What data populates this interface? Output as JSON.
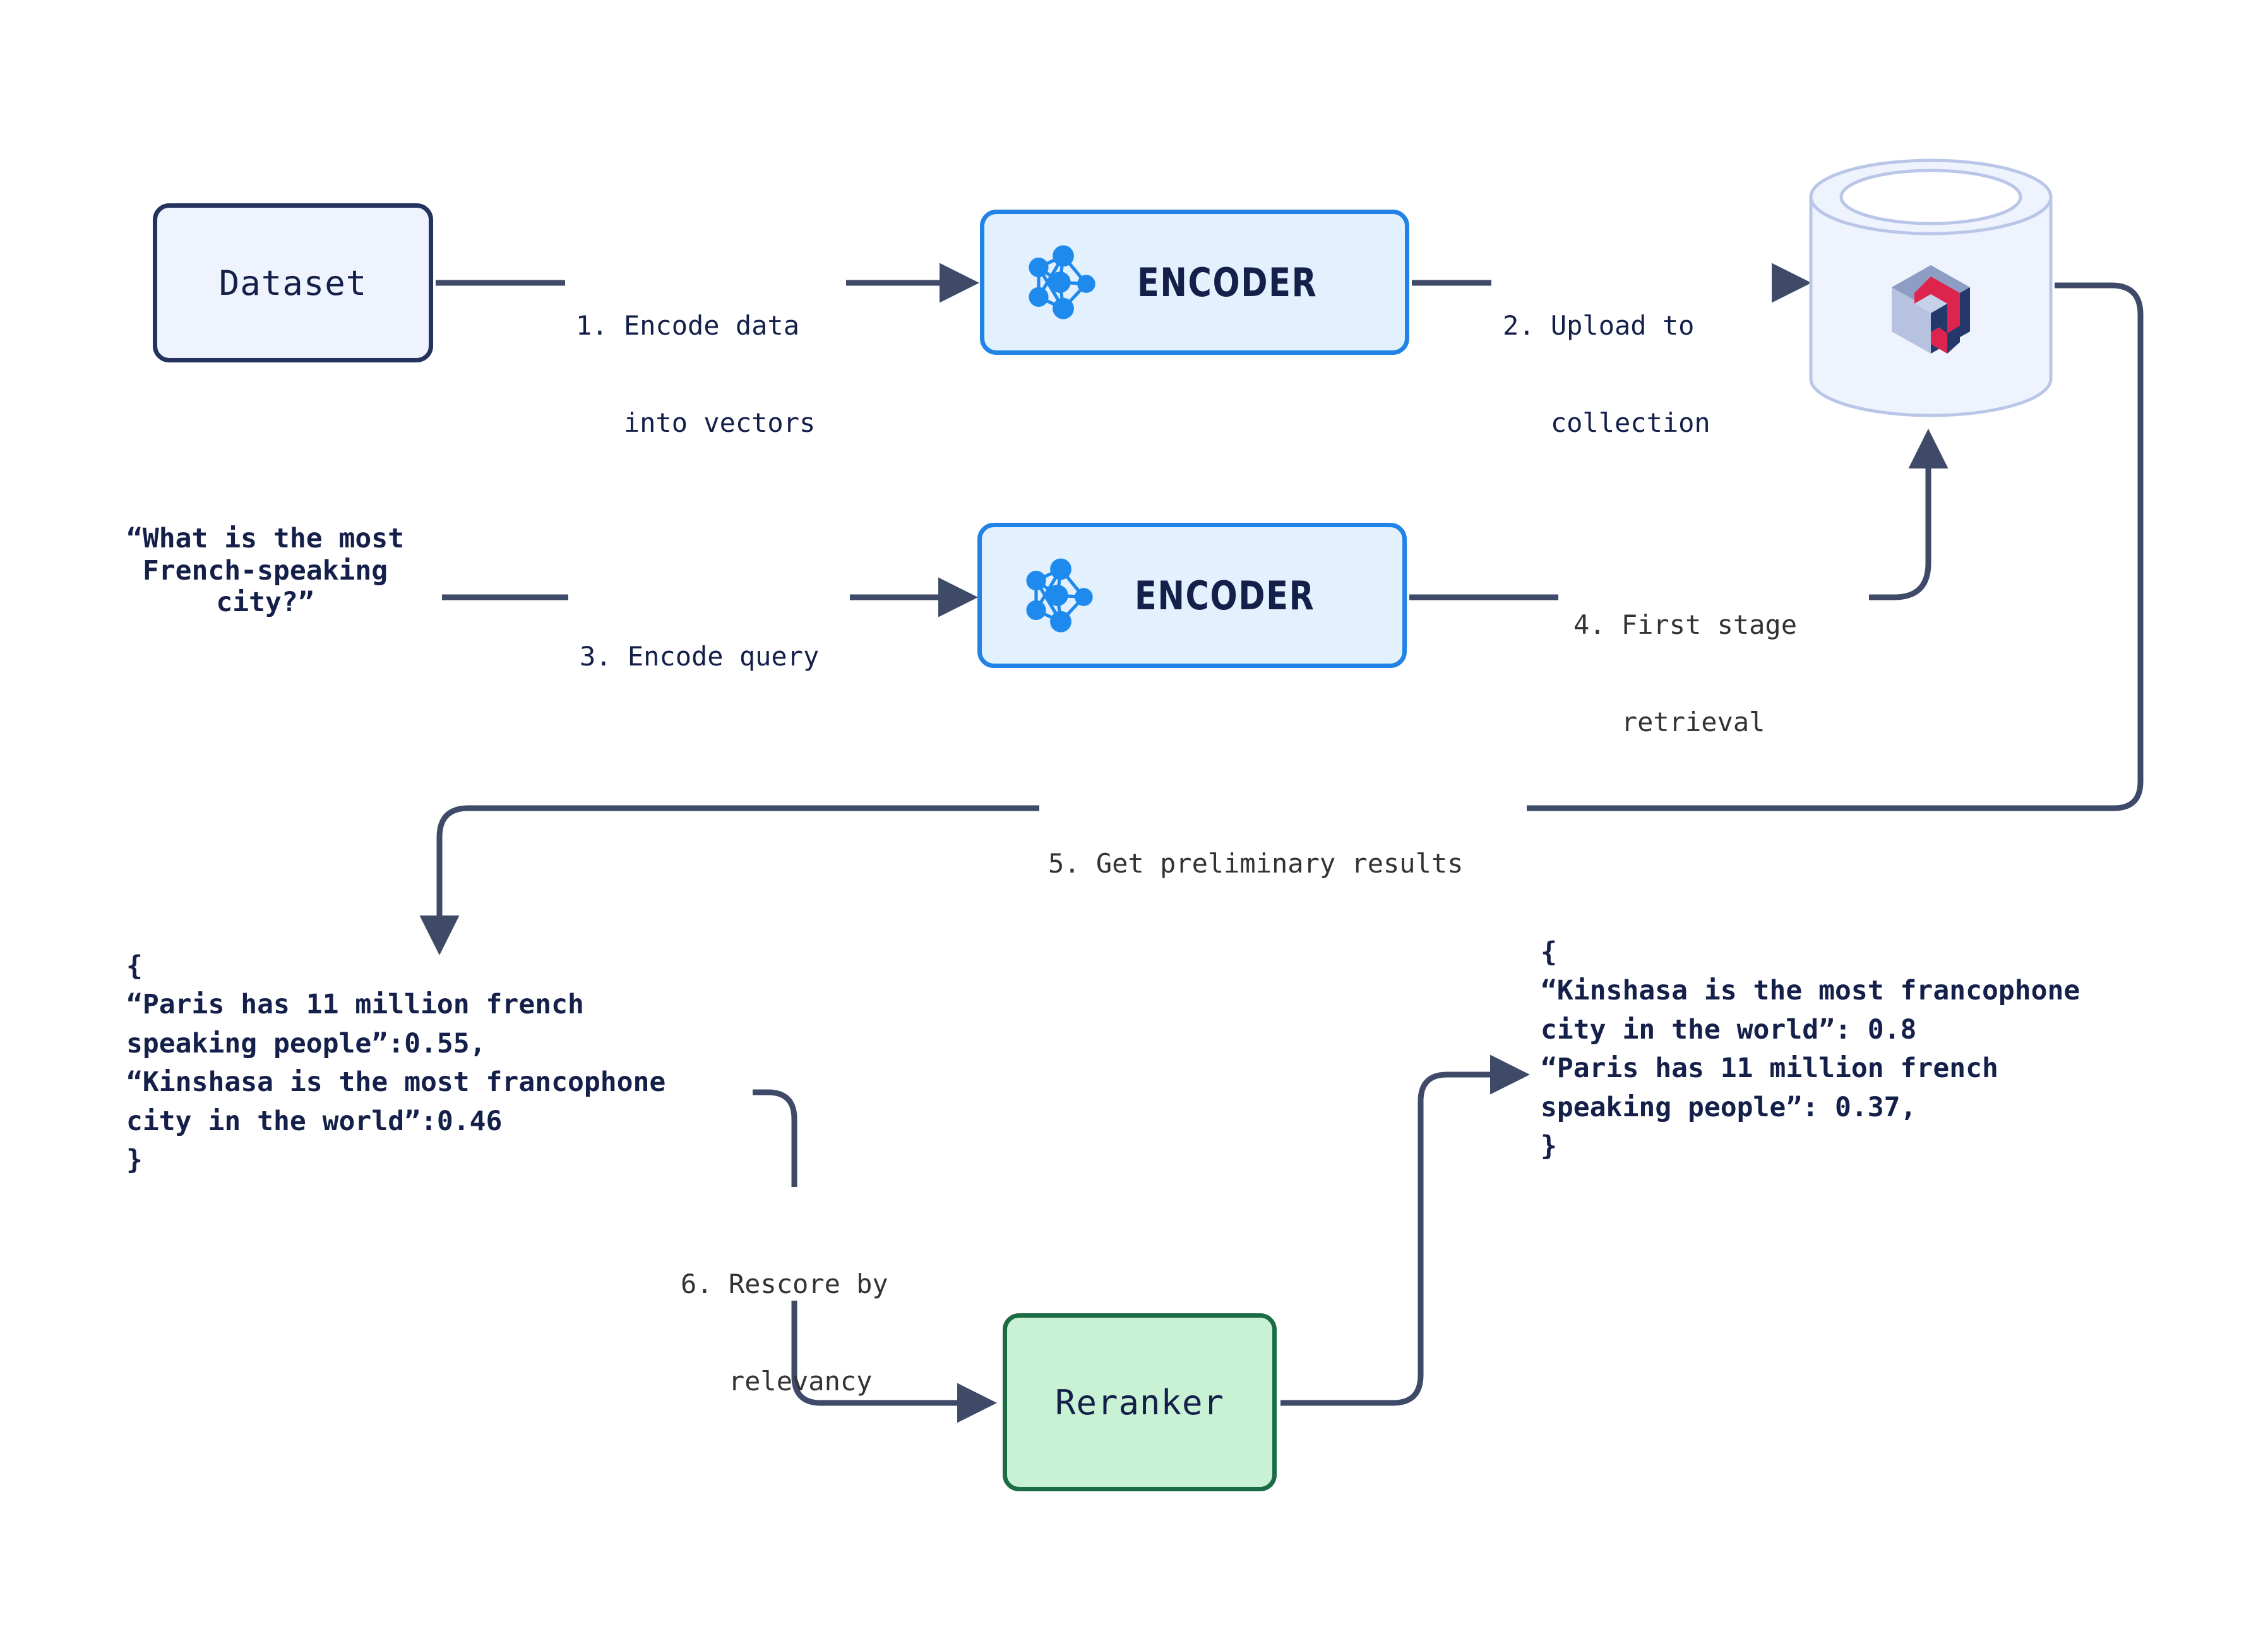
{
  "diagram": {
    "title": "Two-stage retrieval with reranker",
    "colors": {
      "line": "#3e4a68",
      "navy_text": "#14204a",
      "gray_text": "#333333",
      "dataset_fill": "#eef3fd",
      "dataset_border": "#24325e",
      "encoder_fill": "#e3f0fd",
      "encoder_border": "#2183e6",
      "encoder_node": "#1f8aee",
      "reranker_fill": "#c9f2d5",
      "reranker_border": "#1b6b43",
      "cylinder_fill": "#eef3fd",
      "cylinder_border": "#b9c6e8",
      "qdrant_red": "#dc244c",
      "qdrant_light": "#b6c2e0",
      "qdrant_dark": "#24386c"
    }
  },
  "nodes": {
    "dataset": {
      "label": "Dataset",
      "icon": "dataset-box"
    },
    "encoder_1": {
      "label": "ENCODER",
      "icon": "neural-network-icon"
    },
    "encoder_2": {
      "label": "ENCODER",
      "icon": "neural-network-icon"
    },
    "vector_db": {
      "icon": "qdrant-logo-icon",
      "shape": "cylinder"
    },
    "reranker": {
      "label": "Reranker"
    }
  },
  "query": {
    "line_1": "“What is the most",
    "line_2": "French-speaking",
    "line_3": "city?”"
  },
  "steps": [
    {
      "id": "1",
      "line_1": "1. Encode data",
      "line_2": "   into vectors",
      "color": "navy"
    },
    {
      "id": "2",
      "line_1": "2. Upload to",
      "line_2": "   collection",
      "color": "navy"
    },
    {
      "id": "3",
      "line_1": "3. Encode query",
      "line_2": "",
      "color": "navy"
    },
    {
      "id": "4",
      "line_1": "4. First stage",
      "line_2": "   retrieval",
      "color": "gray"
    },
    {
      "id": "5",
      "line_1": "5. Get preliminary results",
      "line_2": "",
      "color": "gray"
    },
    {
      "id": "6",
      "line_1": "6. Rescore by",
      "line_2": "   relevancy",
      "color": "gray"
    }
  ],
  "results": {
    "preliminary": {
      "open_brace": "{",
      "entries": [
        {
          "text_line_1": "“Paris has 11 million french",
          "text_line_2": "speaking people”:0.55,",
          "score": "0.55"
        },
        {
          "text_line_1": "“Kinshasa is the most francophone",
          "text_line_2": "city in the world”:0.46",
          "score": "0.46"
        }
      ],
      "close_brace": "}",
      "full_text": "{\n“Paris has 11 million french\nspeaking people”:0.55,\n“Kinshasa is the most francophone\ncity in the world”:0.46\n}"
    },
    "reranked": {
      "open_brace": "{",
      "entries": [
        {
          "text_line_1": "“Kinshasa is the most francophone",
          "text_line_2": "city in the world”: 0.8",
          "score": "0.8"
        },
        {
          "text_line_1": "“Paris has 11 million french",
          "text_line_2": "speaking people”: 0.37,",
          "score": "0.37"
        }
      ],
      "close_brace": "}",
      "full_text": "{\n“Kinshasa is the most francophone\ncity in the world”: 0.8\n“Paris has 11 million french\nspeaking people”: 0.37,\n}"
    }
  }
}
